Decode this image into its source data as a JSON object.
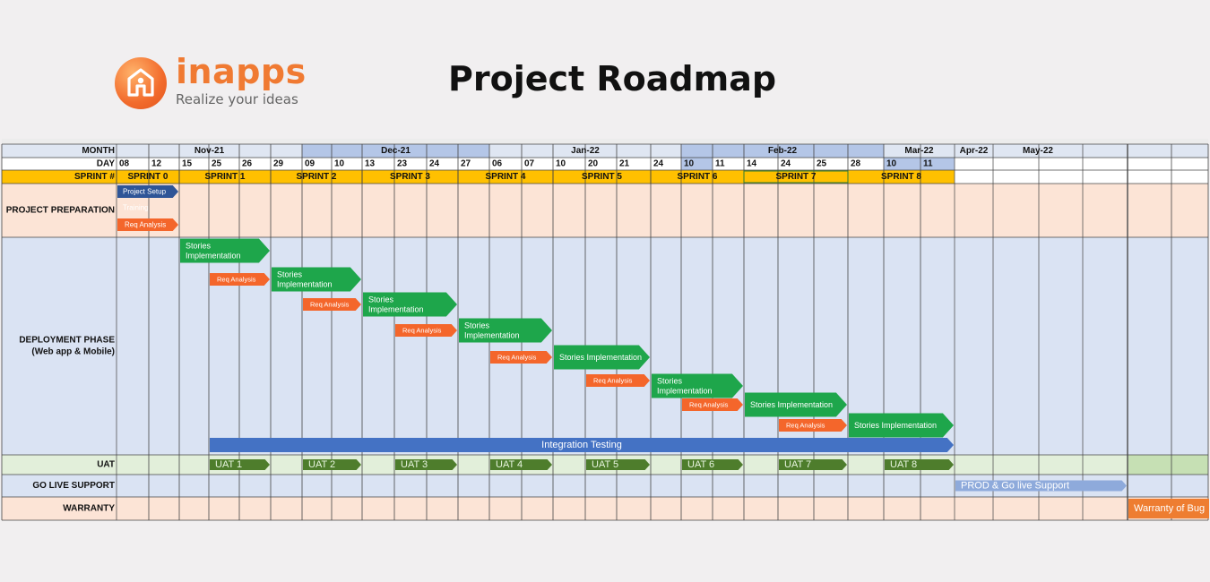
{
  "logo": {
    "name": "inapps",
    "tagline": "Realize your ideas"
  },
  "title": "Project Roadmap",
  "header_labels": {
    "month": "MONTH",
    "day": "DAY",
    "sprint": "SPRINT #"
  },
  "months": [
    "Nov-21",
    "Dec-21",
    "Jan-22",
    "Feb-22",
    "Mar-22",
    "Apr-22",
    "May-22"
  ],
  "days": [
    "08",
    "12",
    "15",
    "25",
    "26",
    "29",
    "09",
    "10",
    "13",
    "23",
    "24",
    "27",
    "06",
    "07",
    "10",
    "20",
    "21",
    "24",
    "10",
    "11",
    "14",
    "24",
    "25",
    "28",
    "10",
    "11"
  ],
  "sprints": [
    "SPRINT 0",
    "SPRINT 1",
    "SPRINT 2",
    "SPRINT 3",
    "SPRINT 4",
    "SPRINT 5",
    "SPRINT 6",
    "SPRINT 7",
    "SPRINT 8"
  ],
  "phases": [
    {
      "id": "prep",
      "label": [
        "PROJECT PREPARATION"
      ]
    },
    {
      "id": "deploy",
      "label": [
        "DEPLOYMENT PHASE",
        "(Web app & Mobile)"
      ]
    },
    {
      "id": "uat",
      "label": [
        "UAT"
      ]
    },
    {
      "id": "golive",
      "label": [
        "GO LIVE SUPPORT"
      ]
    },
    {
      "id": "warranty",
      "label": [
        "WARRANTY"
      ]
    }
  ],
  "tasks": [
    {
      "phase": "prep",
      "label": [
        "Project Setup"
      ],
      "start": 0,
      "end": 2,
      "kind": "setup"
    },
    {
      "phase": "prep",
      "label": [
        "Training"
      ],
      "start": 0,
      "end": 1.4,
      "kind": "setup"
    },
    {
      "phase": "prep",
      "label": [
        "Req Analysis"
      ],
      "start": 0,
      "end": 2,
      "kind": "req"
    },
    {
      "phase": "deploy",
      "label": [
        "Stories",
        "Implementation"
      ],
      "start": 2,
      "end": 5,
      "kind": "story"
    },
    {
      "phase": "deploy",
      "label": [
        "Req Analysis"
      ],
      "start": 3,
      "end": 5,
      "kind": "req"
    },
    {
      "phase": "deploy",
      "label": [
        "Stories",
        "Implementation"
      ],
      "start": 5,
      "end": 8,
      "kind": "story"
    },
    {
      "phase": "deploy",
      "label": [
        "Req Analysis"
      ],
      "start": 6,
      "end": 8,
      "kind": "req"
    },
    {
      "phase": "deploy",
      "label": [
        "Stories",
        "Implementation"
      ],
      "start": 8,
      "end": 11,
      "kind": "story"
    },
    {
      "phase": "deploy",
      "label": [
        "Req Analysis"
      ],
      "start": 9,
      "end": 11,
      "kind": "req"
    },
    {
      "phase": "deploy",
      "label": [
        "Stories",
        "Implementation"
      ],
      "start": 11,
      "end": 14,
      "kind": "story"
    },
    {
      "phase": "deploy",
      "label": [
        "Req Analysis"
      ],
      "start": 12,
      "end": 14,
      "kind": "req"
    },
    {
      "phase": "deploy",
      "label": [
        "Stories Implementation"
      ],
      "start": 14,
      "end": 17,
      "kind": "story"
    },
    {
      "phase": "deploy",
      "label": [
        "Req Analysis"
      ],
      "start": 15,
      "end": 17,
      "kind": "req"
    },
    {
      "phase": "deploy",
      "label": [
        "Stories",
        "Implementation"
      ],
      "start": 17,
      "end": 20,
      "kind": "story"
    },
    {
      "phase": "deploy",
      "label": [
        "Req Analysis"
      ],
      "start": 18,
      "end": 20,
      "kind": "req"
    },
    {
      "phase": "deploy",
      "label": [
        "Stories Implementation"
      ],
      "start": 20,
      "end": 23,
      "kind": "story"
    },
    {
      "phase": "deploy",
      "label": [
        "Req Analysis"
      ],
      "start": 21,
      "end": 23,
      "kind": "req"
    },
    {
      "phase": "deploy",
      "label": [
        "Stories Implementation"
      ],
      "start": 23,
      "end": 26,
      "kind": "story"
    },
    {
      "phase": "deploy",
      "label": [
        "Integration Testing"
      ],
      "start": 3,
      "end": 26,
      "kind": "integration"
    },
    {
      "phase": "uat",
      "label": [
        "UAT 1"
      ],
      "start": 3,
      "end": 5,
      "kind": "uat"
    },
    {
      "phase": "uat",
      "label": [
        "UAT 2"
      ],
      "start": 6,
      "end": 8,
      "kind": "uat"
    },
    {
      "phase": "uat",
      "label": [
        "UAT 3"
      ],
      "start": 9,
      "end": 11,
      "kind": "uat"
    },
    {
      "phase": "uat",
      "label": [
        "UAT 4"
      ],
      "start": 12,
      "end": 14,
      "kind": "uat"
    },
    {
      "phase": "uat",
      "label": [
        "UAT 5"
      ],
      "start": 15,
      "end": 17,
      "kind": "uat"
    },
    {
      "phase": "uat",
      "label": [
        "UAT 6"
      ],
      "start": 18,
      "end": 20,
      "kind": "uat"
    },
    {
      "phase": "uat",
      "label": [
        "UAT 7"
      ],
      "start": 21,
      "end": 23,
      "kind": "uat"
    },
    {
      "phase": "uat",
      "label": [
        "UAT 8"
      ],
      "start": 24,
      "end": 26,
      "kind": "uat"
    },
    {
      "phase": "golive",
      "label": [
        "PROD & Go live Support"
      ],
      "start": 26,
      "end": 30,
      "kind": "golive"
    },
    {
      "phase": "warranty",
      "label": [
        "Warranty of Bug"
      ],
      "start": 30,
      "end": 32,
      "kind": "warranty"
    }
  ],
  "colors": {
    "setup": "#2f5597",
    "req": "#f4662b",
    "story": "#1ea64b",
    "integration": "#4472c4",
    "uat": "#4e7d2c",
    "golive": "#8eaadb",
    "warranty": "#ee7d31",
    "sprint_band": "#ffc000",
    "month_highlight": "#b4c6e7",
    "prep_bg": "#fce4d6",
    "deploy_bg": "#dae3f3",
    "uat_bg": "#e2efda",
    "golive_bg": "#dae3f3",
    "warranty_bg": "#fce4d6"
  }
}
